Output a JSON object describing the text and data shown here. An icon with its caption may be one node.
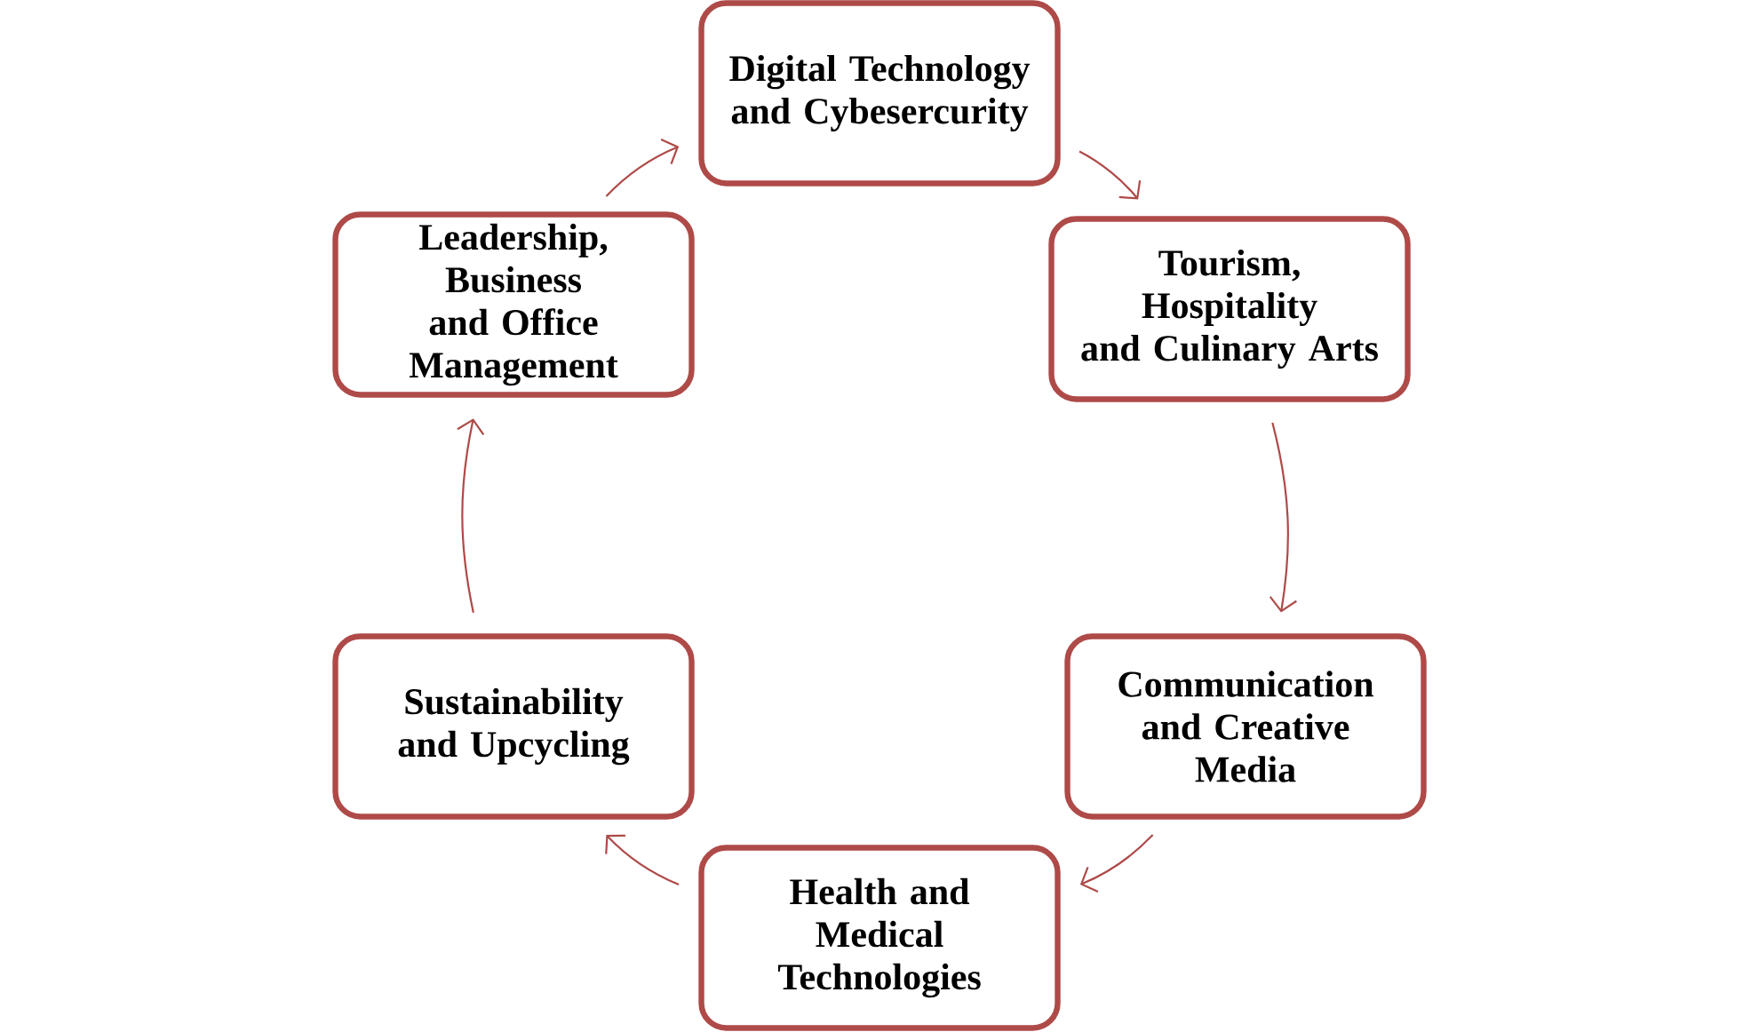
{
  "diagram": {
    "nodes": [
      {
        "text": [
          "Digital Technology and Cybesercurity"
        ]
      },
      {
        "text": [
          "Tourism, Hospitality and Culinary Arts"
        ]
      },
      {
        "text": [
          "Communication and Creative Media"
        ]
      },
      {
        "text": [
          "Health and Medical Technologies"
        ]
      },
      {
        "text": [
          "Sustainability and Upcycling"
        ]
      },
      {
        "text": [
          "Leadership, Business and Office Management"
        ]
      }
    ],
    "edges": [
      {
        "from": 0,
        "to": 1,
        "arrow": "to"
      },
      {
        "from": 1,
        "to": 2,
        "arrow": "to"
      },
      {
        "from": 2,
        "to": 3,
        "arrow": "to"
      },
      {
        "from": 3,
        "to": 4,
        "arrow": "to"
      },
      {
        "from": 4,
        "to": 5,
        "arrow": "to"
      },
      {
        "from": 5,
        "to": 0,
        "arrow": "to"
      }
    ]
  }
}
